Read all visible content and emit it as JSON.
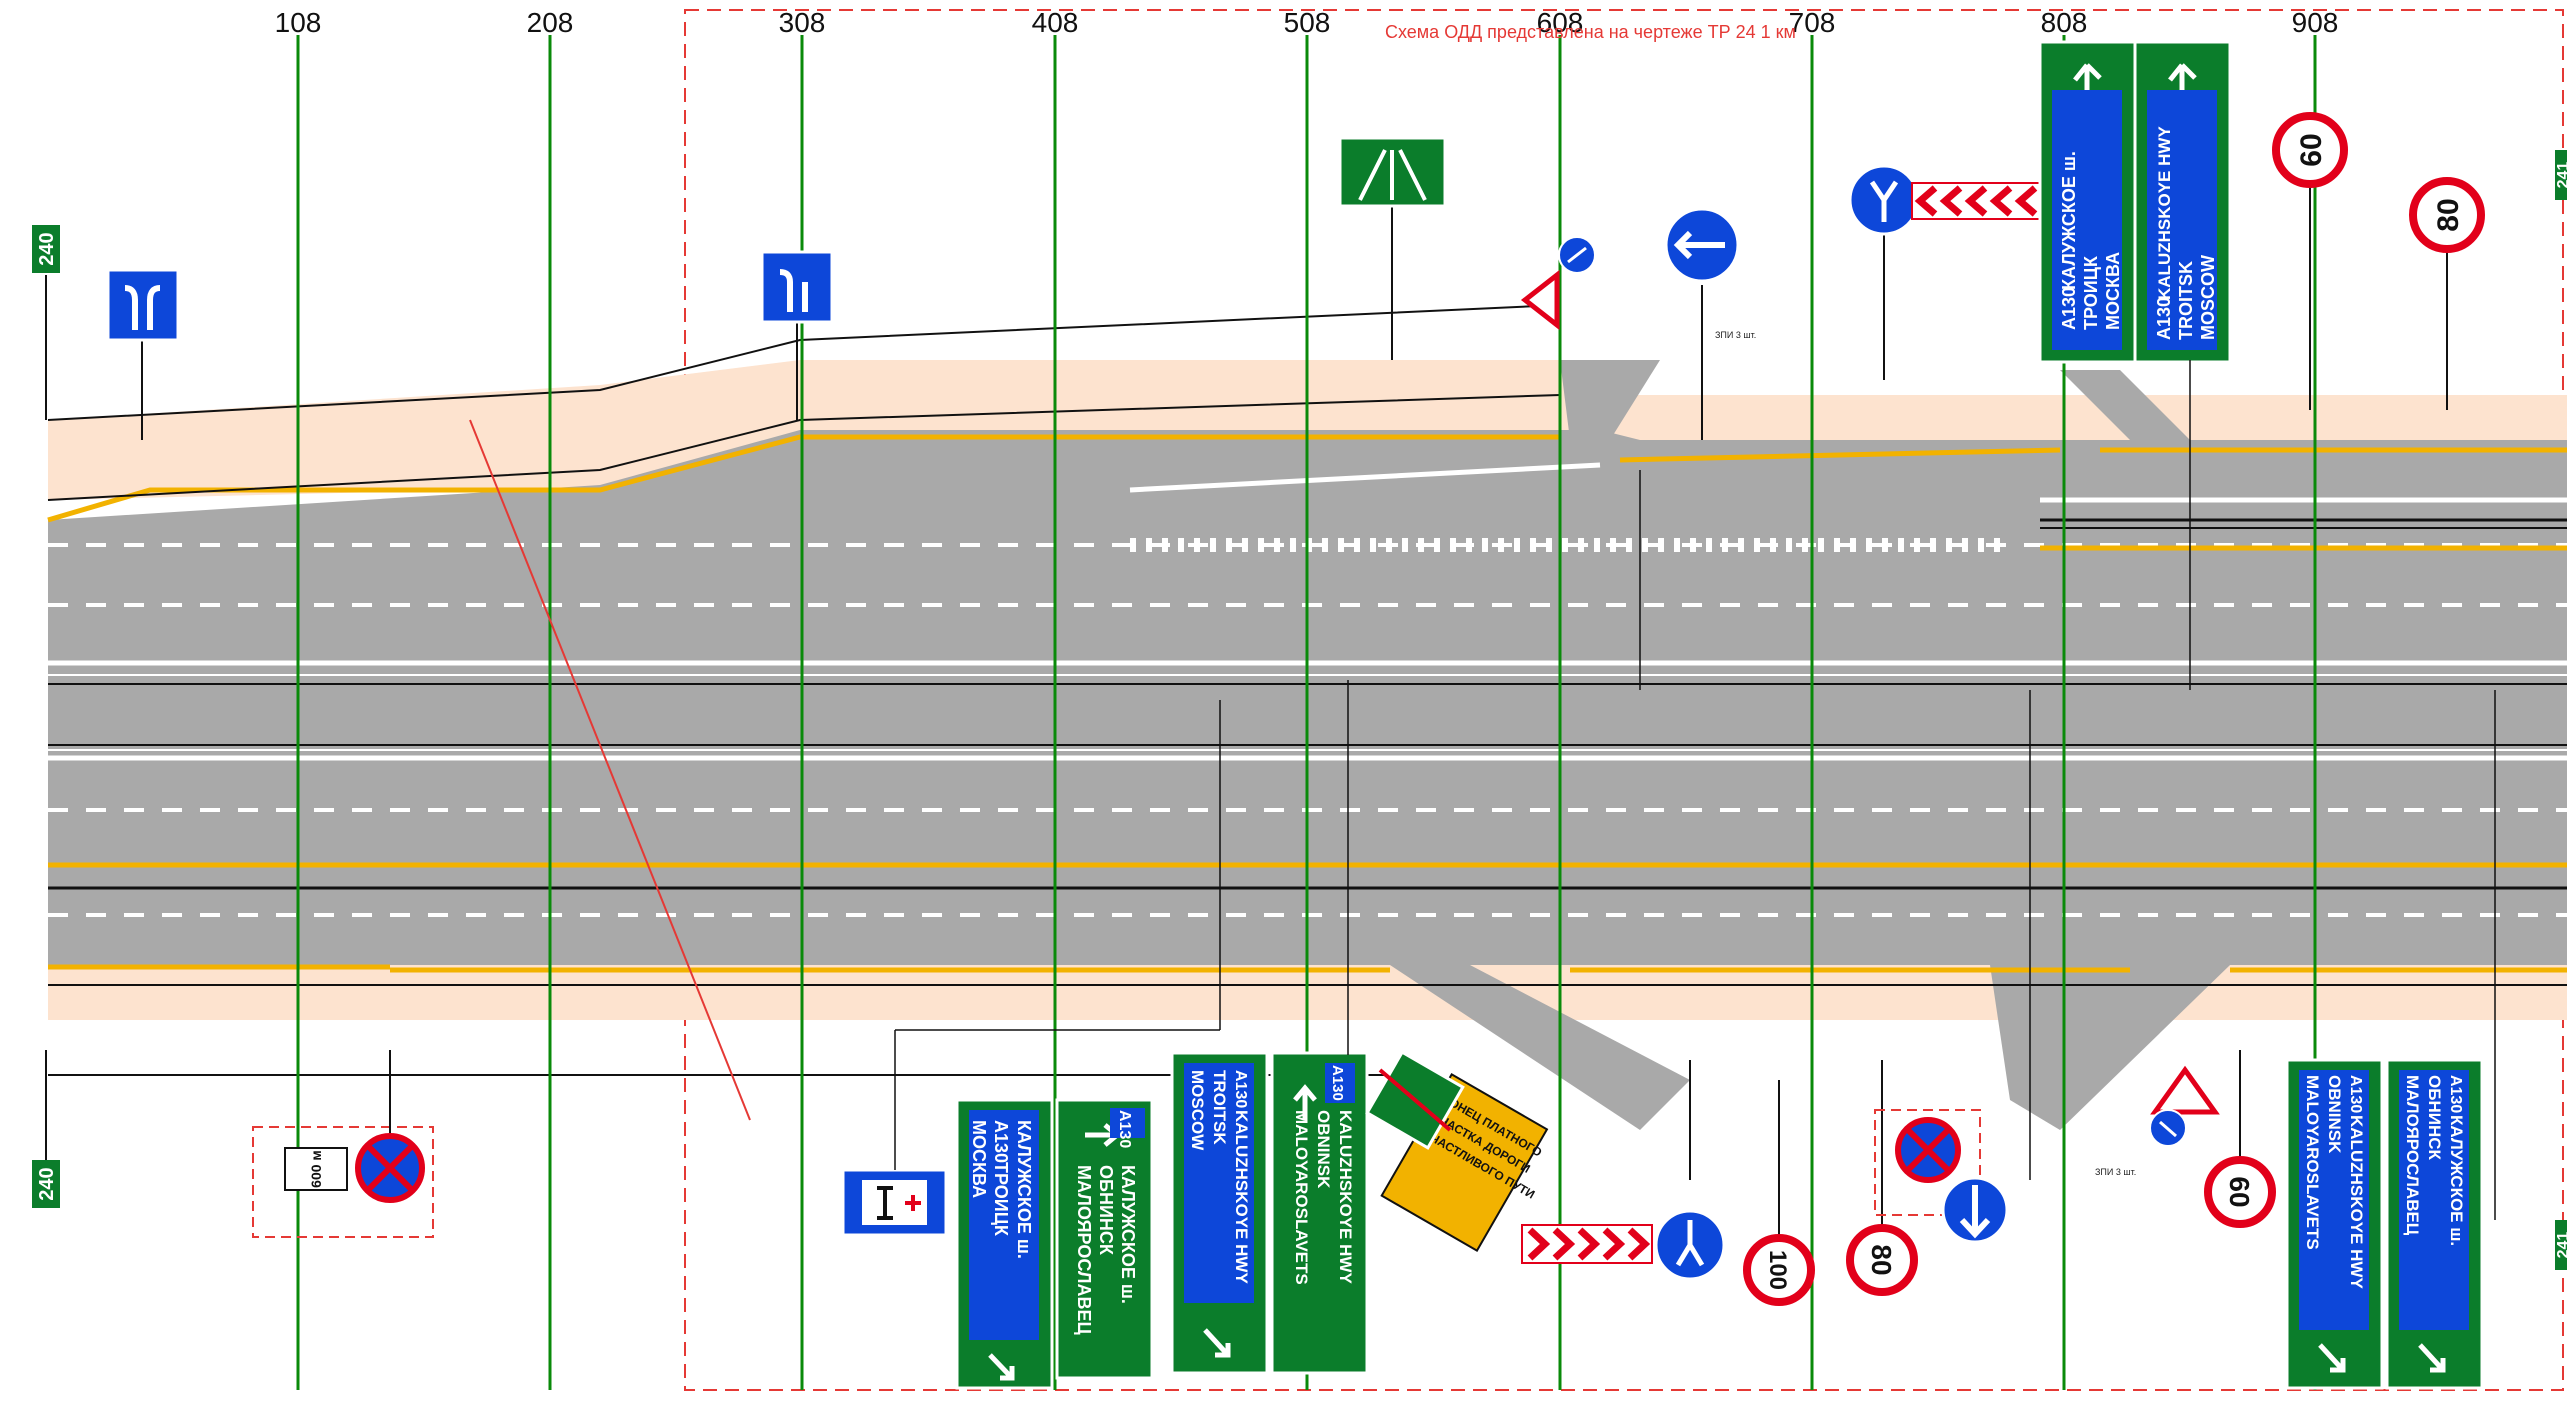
{
  "grid": {
    "labels": [
      "108",
      "208",
      "308",
      "408",
      "508",
      "608",
      "708",
      "808",
      "908"
    ]
  },
  "note": "Схема ОДД представлена на чертеже ТР 24 1 км",
  "km_posts": {
    "left_top": "240",
    "left_bottom": "240",
    "right_top": "241",
    "right_bottom": "241"
  },
  "speed_limits": {
    "top_a": "60",
    "top_b": "80",
    "bottom_a": "100",
    "bottom_b": "80",
    "bottom_c": "60"
  },
  "signs": {
    "dir_top_1": {
      "route": "A130",
      "line1": "КАЛУЖСКОЕ ш.",
      "line2": "ТРОИЦК",
      "line3": "МОСКВА"
    },
    "dir_top_2": {
      "route": "A130",
      "line1": "KALUZHSKOYE HWY",
      "line2": "TROITSK",
      "line3": "MOSCOW"
    },
    "dir_bot_1": {
      "route": "A130",
      "line1": "КАЛУЖСКОЕ ш.",
      "line2": "ТРОИЦК",
      "line3": "МОСКВА"
    },
    "dir_bot_2": {
      "route": "A130",
      "line1": "КАЛУЖСКОЕ ш.",
      "line2": "ОБНИНСК",
      "line3": "МАЛОЯРОСЛАВЕЦ"
    },
    "dir_bot_3": {
      "route": "A130",
      "line1": "KALUZHSKOYE HWY",
      "line2": "TROITSK",
      "line3": "MOSCOW"
    },
    "dir_bot_4": {
      "route": "A130",
      "line1": "KALUZHSKOYE HWY",
      "line2": "OBNINSK",
      "line3": "MALOYAROSLAVETS"
    },
    "dir_bot_5": {
      "route": "A130",
      "line1": "KALUZHSKOYE HWY",
      "line2": "OBNINSK",
      "line3": "MALOYAROSLAVETS"
    },
    "dir_bot_6": {
      "route": "A130",
      "line1": "КАЛУЖСКОЕ ш.",
      "line2": "ОБНИНСК",
      "line3": "МАЛОЯРОСЛАВЕЦ"
    },
    "toll_end": {
      "line1": "КОНЕЦ ПЛАТНОГО",
      "line2": "УЧАСТКА ДОРОГИ",
      "line3": "СЧАСТЛИВОГО ПУТИ"
    },
    "distance": "600 м"
  },
  "labels": {
    "zpi_top": "ЗПИ 3 шт.",
    "zpi_bottom": "ЗПИ 3 шт."
  },
  "colors": {
    "road": "#a9a9a9",
    "shoulder": "#fde3cf",
    "grid": "#0a8a0a",
    "sign_green": "#0b7d2b",
    "sign_blue": "#0d47d9",
    "sign_red": "#e2001a",
    "marking_yellow": "#f2b200",
    "frame": "#e53935"
  }
}
